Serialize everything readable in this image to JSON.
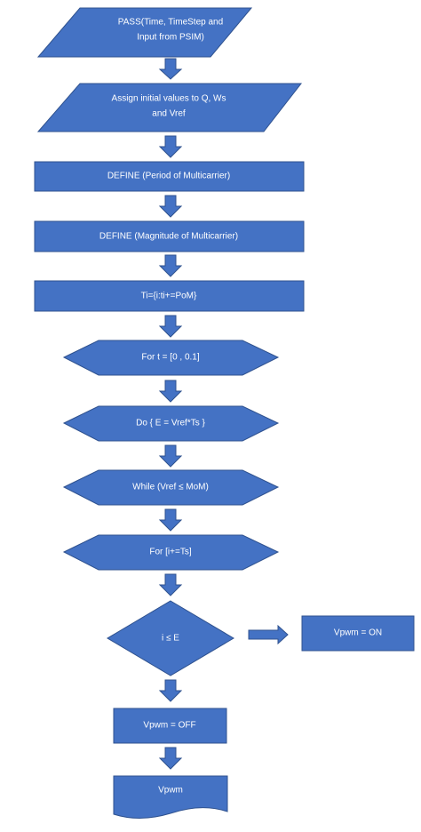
{
  "colors": {
    "shape_fill": "#4472c4",
    "shape_stroke": "#2f528f",
    "text": "#ffffff"
  },
  "flowchart": {
    "pass_input": {
      "line1": "PASS(Time, TimeStep and",
      "line2": "Input from PSIM)"
    },
    "assign_initial": {
      "line1": "Assign initial values to Q, Ws",
      "line2": "and Vref"
    },
    "define_period": "DEFINE (Period of Multicarrier)",
    "define_magnitude": "DEFINE (Magnitude of Multicarrier)",
    "ti_assign": "Ti={i:ti+=PoM}",
    "for_t": "For t = [0 , 0.1]",
    "do_e": "Do { E = Vref*Ts }",
    "while_vref": "While (Vref ≤ MoM)",
    "for_i": "For [i+=Ts]",
    "decision": "i ≤ E",
    "vpwm_on": "Vpwm = ON",
    "vpwm_off": "Vpwm = OFF",
    "output": "Vpwm"
  }
}
